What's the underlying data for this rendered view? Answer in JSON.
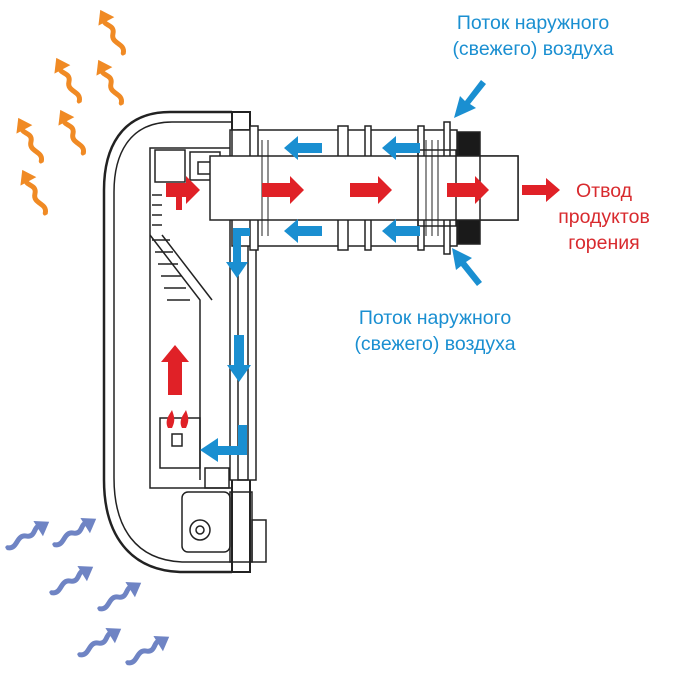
{
  "labels": {
    "top_intake_line1": "Поток наружного",
    "top_intake_line2": "(свежего) воздуха",
    "bottom_intake_line1": "Поток наружного",
    "bottom_intake_line2": "(свежего) воздуха",
    "exhaust_line1": "Отвод",
    "exhaust_line2": "продуктов",
    "exhaust_line3": "горения"
  },
  "colors": {
    "fresh_air": "#1a8fd1",
    "exhaust": "#e02127",
    "heat": "#f08a24",
    "cold_air": "#6f84c4",
    "outline": "#222222"
  }
}
